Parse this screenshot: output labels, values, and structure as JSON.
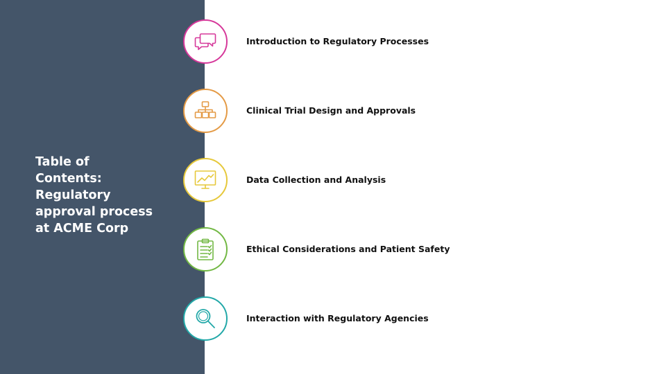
{
  "slide": {
    "title": "Table of Contents: Regulatory approval process at ACME Corp",
    "panel_color": "#445569",
    "items": [
      {
        "label": "Introduction to Regulatory Processes",
        "icon": "chat-bubbles-icon",
        "color": "#d6389a"
      },
      {
        "label": "Clinical Trial Design and Approvals",
        "icon": "hierarchy-chart-icon",
        "color": "#e49a45"
      },
      {
        "label": "Data Collection and Analysis",
        "icon": "trend-monitor-icon",
        "color": "#e6c83a"
      },
      {
        "label": "Ethical Considerations and Patient Safety",
        "icon": "checklist-clipboard-icon",
        "color": "#72b844"
      },
      {
        "label": "Interaction with Regulatory Agencies",
        "icon": "magnifier-icon",
        "color": "#22a8a8"
      }
    ]
  }
}
